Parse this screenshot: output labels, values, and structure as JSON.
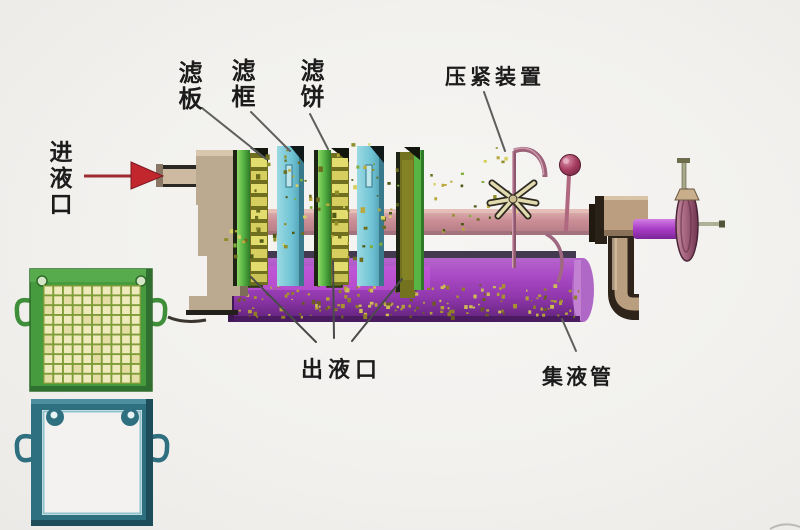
{
  "labels": {
    "inlet": "进液口",
    "filter_plate": "滤板",
    "filter_frame": "滤框",
    "filter_cake": "滤饼",
    "press_device": "压紧装置",
    "outlet": "出液口",
    "collecting_pipe": "集液管"
  },
  "colors": {
    "background": "#f2f1ee",
    "plate_green": "#4fae3f",
    "frame_blue": "#6fc3d4",
    "cake_yellow": "#e3dd6f",
    "beam_pink": "#cb8e96",
    "trough_purple": "#9a3fb5",
    "arrow_red": "#c1272d",
    "support_tan": "#bcaa90",
    "bracket_brown": "#463423",
    "label_text": "#1c1c1c"
  }
}
